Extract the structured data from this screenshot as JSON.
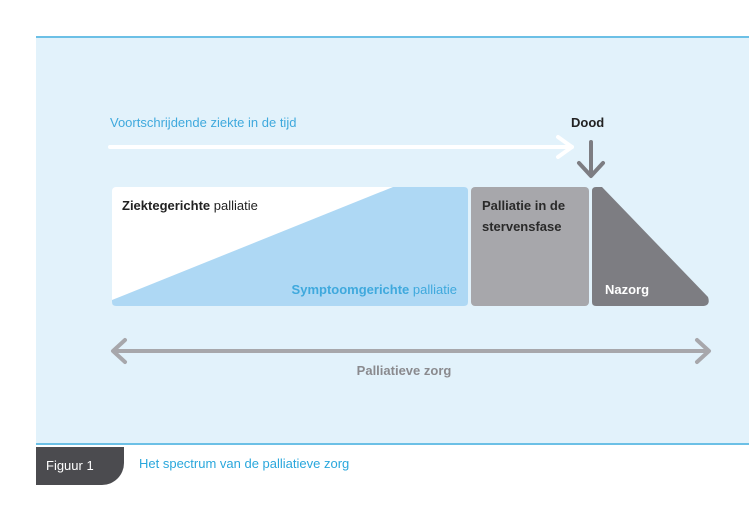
{
  "colors": {
    "panel_bg": "#e2f2fb",
    "panel_border": "#6cc0e6",
    "blue_text": "#3fa9dd",
    "light_blue": "#aed8f4",
    "mid_gray": "#a7a7ab",
    "dark_gray": "#7d7d82",
    "tab_bg": "#4b4b4f"
  },
  "timeline": {
    "label": "Voortschrijdende ziekte in de tijd",
    "death_label": "Dood"
  },
  "blocks": {
    "disease_bold": "Ziektegerichte",
    "disease_rest": " palliatie",
    "symptom_bold": "Symptoomgerichte",
    "symptom_rest": " palliatie",
    "dying_line1": "Palliatie in de",
    "dying_line2": "stervensfase",
    "aftercare": "Nazorg"
  },
  "span": {
    "label": "Palliatieve zorg"
  },
  "caption": {
    "tab": "Figuur 1",
    "text": "Het spectrum van de palliatieve zorg"
  }
}
